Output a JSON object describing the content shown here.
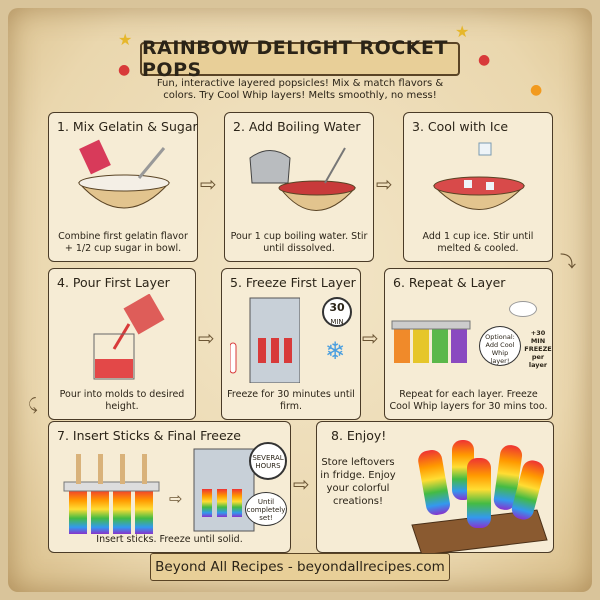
{
  "header": {
    "title": "RAINBOW DELIGHT ROCKET POPS",
    "subtitle": "Fun, interactive layered popsicles! Mix & match flavors & colors. Try Cool Whip layers! Melts smoothly, no mess!"
  },
  "steps": [
    {
      "title": "1. Mix Gelatin & Sugar",
      "text": "Combine first gelatin flavor + 1/2 cup sugar in bowl."
    },
    {
      "title": "2. Add Boiling Water",
      "text": "Pour 1 cup boiling water. Stir until dissolved."
    },
    {
      "title": "3. Cool with Ice",
      "text": "Add 1 cup ice. Stir until melted & cooled."
    },
    {
      "title": "4. Pour First Layer",
      "text": "Pour into molds to desired height."
    },
    {
      "title": "5. Freeze First Layer",
      "text": "Freeze for 30 minutes until firm.",
      "timer": "30",
      "timer_unit": "MIN"
    },
    {
      "title": "6. Repeat & Layer",
      "text": "Repeat for each layer. Freeze Cool Whip layers for 30 mins too.",
      "bubble": "Optional: Add Cool Whip layer!",
      "note": "+30 MIN FREEZE per layer"
    },
    {
      "title": "7. Insert Sticks & Final Freeze",
      "text": "Insert sticks. Freeze until solid.",
      "timer": "SEVERAL HOURS",
      "bubble": "Until completely set!"
    },
    {
      "title": "8. Enjoy!",
      "text": "Store leftovers in fridge. Enjoy your colorful creations!"
    }
  ],
  "footer": "Beyond All Recipes - beyondallrecipes.com",
  "colors": {
    "parchment": "#ead7ae",
    "panel": "#f6ecd5",
    "ink": "#2b2418",
    "red": "#d83a3a"
  }
}
